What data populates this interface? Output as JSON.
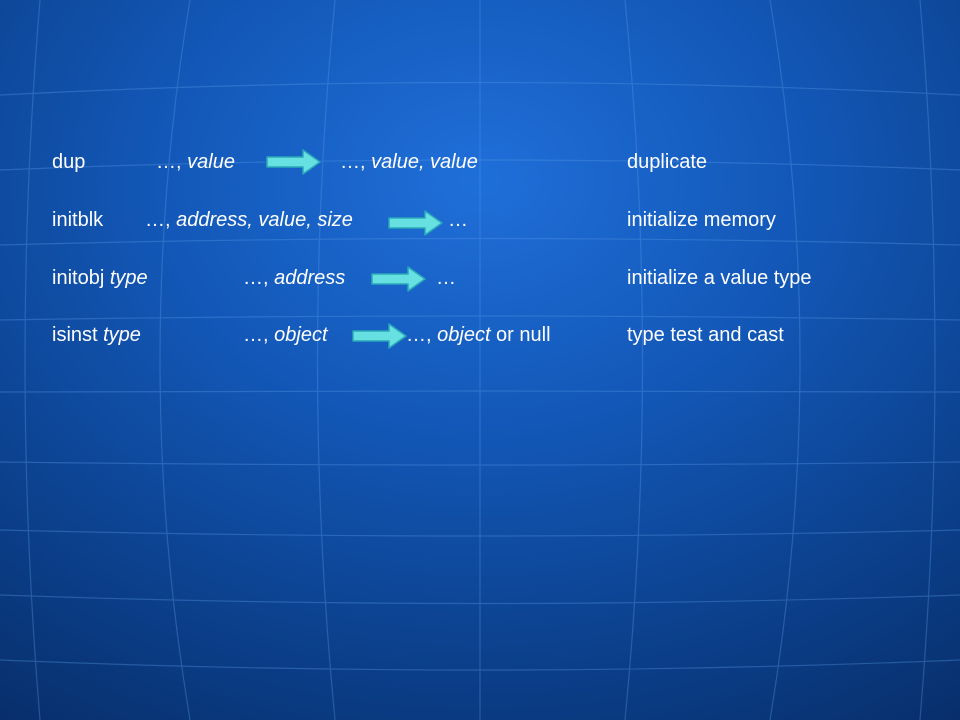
{
  "colors": {
    "background": "#1358b8",
    "grid_line": "#5a9be8",
    "text": "#ffffff",
    "arrow_fill": "#66e0e0",
    "arrow_stroke": "#2aa7b8"
  },
  "rows": [
    {
      "name": "dup",
      "instr": {
        "mnemonic": "dup",
        "param": ""
      },
      "before": {
        "prefix": "…, ",
        "main": "value",
        "suffix": ""
      },
      "after": {
        "prefix": "…, ",
        "main": "value, value",
        "suffix": ""
      },
      "description": "duplicate"
    },
    {
      "name": "initblk",
      "instr": {
        "mnemonic": "initblk",
        "param": ""
      },
      "before": {
        "prefix": "…, ",
        "main": "address, value, size",
        "suffix": ""
      },
      "after": {
        "prefix": "…",
        "main": "",
        "suffix": ""
      },
      "description": "initialize memory"
    },
    {
      "name": "initobj",
      "instr": {
        "mnemonic": "initobj ",
        "param": "type"
      },
      "before": {
        "prefix": "…, ",
        "main": "address",
        "suffix": ""
      },
      "after": {
        "prefix": "…",
        "main": "",
        "suffix": ""
      },
      "description": "initialize a value type"
    },
    {
      "name": "isinst",
      "instr": {
        "mnemonic": "isinst ",
        "param": "type"
      },
      "before": {
        "prefix": "…, ",
        "main": "object",
        "suffix": ""
      },
      "after": {
        "prefix": "…, ",
        "main": "object",
        "suffix": " or null"
      },
      "description": "type test and cast"
    }
  ]
}
